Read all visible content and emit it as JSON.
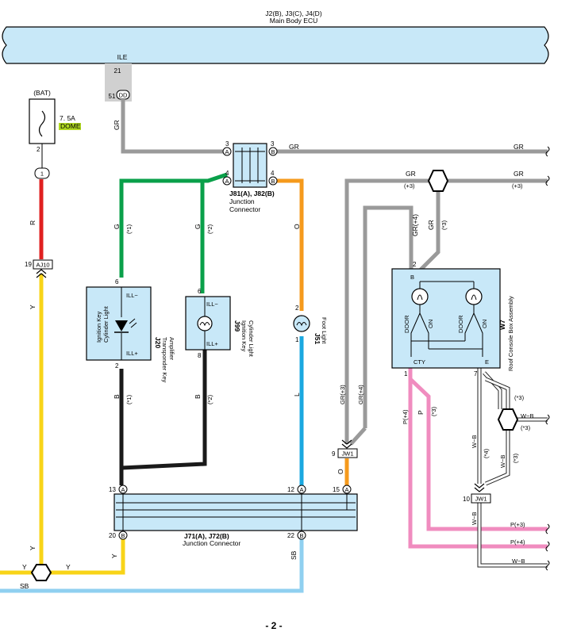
{
  "ecu": {
    "code": "J2(B), J3(C), J4(D)",
    "name": "Main Body ECU",
    "pin_label": "ILE",
    "pin_a": "21",
    "pin_b": "51",
    "connector": "DD"
  },
  "fuse": {
    "bat": "(BAT)",
    "rating": "7. 5A",
    "name": "DOME",
    "pin": "2",
    "node": "1"
  },
  "j81": {
    "code": "J81(A), J82(B)",
    "name1": "Junction",
    "name2": "Connector",
    "p_a3": "3",
    "p_a4": "4",
    "p_b3": "3",
    "p_b4": "4",
    "a": "A",
    "b": "B"
  },
  "j20": {
    "code": "J20",
    "name1": "Transponder Key",
    "name2": "Amplifier",
    "inner1": "Ignition Key",
    "inner2": "Cylinder Light",
    "ill_m": "ILL−",
    "ill_p": "ILL+",
    "pin_top": "6",
    "pin_bot": "2"
  },
  "j99": {
    "code": "J99",
    "name1": "Ignition Key",
    "name2": "Cylinder Light",
    "ill_m": "ILL−",
    "ill_p": "ILL+",
    "pin_top": "6",
    "pin_bot": "8"
  },
  "j51": {
    "code": "J51",
    "name": "Foot Light",
    "pin_top": "2",
    "pin_bot": "1"
  },
  "w7": {
    "code": "W7",
    "name": "Roof Console Box Assembly",
    "b": "B",
    "door1": "DOOR",
    "on1": "ON",
    "door2": "DOOR",
    "on2": "ON",
    "cty": "CTY",
    "e": "E",
    "pin_top": "2",
    "pin_cty": "1",
    "pin_e": "7"
  },
  "aj10": {
    "code": "AJ10",
    "pin": "19"
  },
  "jw1a": {
    "code": "JW1",
    "pin": "9"
  },
  "jw1b": {
    "code": "JW1",
    "pin": "10"
  },
  "j71": {
    "code": "J71(A), J72(B)",
    "name": "Junction Connector",
    "p13": "13",
    "p12": "12",
    "p15": "15",
    "p20": "20",
    "p22": "22",
    "a": "A",
    "b": "B"
  },
  "wires": {
    "gr": "GR",
    "g": "G",
    "r": "R",
    "y": "Y",
    "b": "B",
    "o": "O",
    "l": "L",
    "p": "P",
    "wb": "W−B",
    "sb": "SB",
    "t1": "(*1)",
    "t2": "(*2)",
    "t3": "(*3)",
    "t4": "(*4)",
    "plus3": "(+3)",
    "plus4": "(+4)",
    "gr_p4": "GR(+4)",
    "gr_p3": "GR(+3)",
    "p_p4": "P(+4)",
    "p_p3": "P(+3)"
  },
  "footer": {
    "page": "- 2 -"
  }
}
